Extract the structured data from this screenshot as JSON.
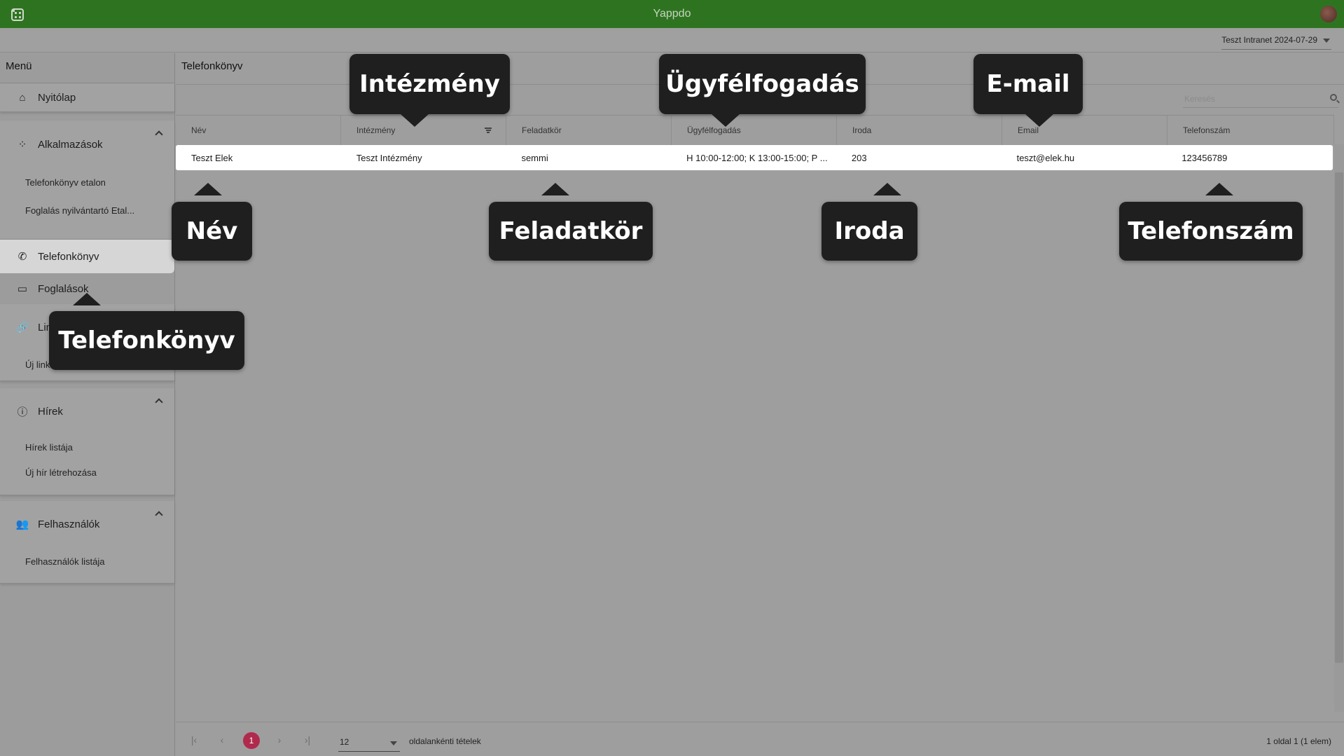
{
  "topbar": {
    "title": "Yappdo",
    "org_select": "Teszt Intranet 2024-07-29"
  },
  "sidebar": {
    "header": "Menü",
    "home": "Nyitólap",
    "apps": {
      "label": "Alkalmazások",
      "items": [
        "Telefonkönyv etalon",
        "Foglalás nyilvántartó Etal..."
      ]
    },
    "phonebook": "Telefonkönyv",
    "bookings": "Foglalások",
    "links": {
      "label": "Linkek",
      "items": [
        "Új link létrehozása"
      ]
    },
    "news": {
      "label": "Hírek",
      "items": [
        "Hírek listája",
        "Új hír létrehozása"
      ]
    },
    "users": {
      "label": "Felhasználók",
      "items": [
        "Felhasználók listája"
      ]
    }
  },
  "main": {
    "title": "Telefonkönyv",
    "search_placeholder": "Keresés",
    "columns": [
      "Név",
      "Intézmény",
      "Feladatkör",
      "Ügyfélfogadás",
      "Iroda",
      "Email",
      "Telefonszám"
    ],
    "rows": [
      [
        "Teszt Elek",
        "Teszt Intézmény",
        "semmi",
        "H 10:00-12:00; K 13:00-15:00; P ...",
        "203",
        "teszt@elek.hu",
        "123456789"
      ]
    ]
  },
  "pagination": {
    "current_page": "1",
    "per_page": "12",
    "per_page_label": "oldalankénti tételek",
    "info": "1 oldal 1 (1 elem)"
  },
  "callouts": {
    "institution": "Intézmény",
    "reception": "Ügyfélfogadás",
    "email": "E-mail",
    "name": "Név",
    "role": "Feladatkör",
    "office": "Iroda",
    "phone": "Telefonszám",
    "phonebook": "Telefonkönyv"
  }
}
